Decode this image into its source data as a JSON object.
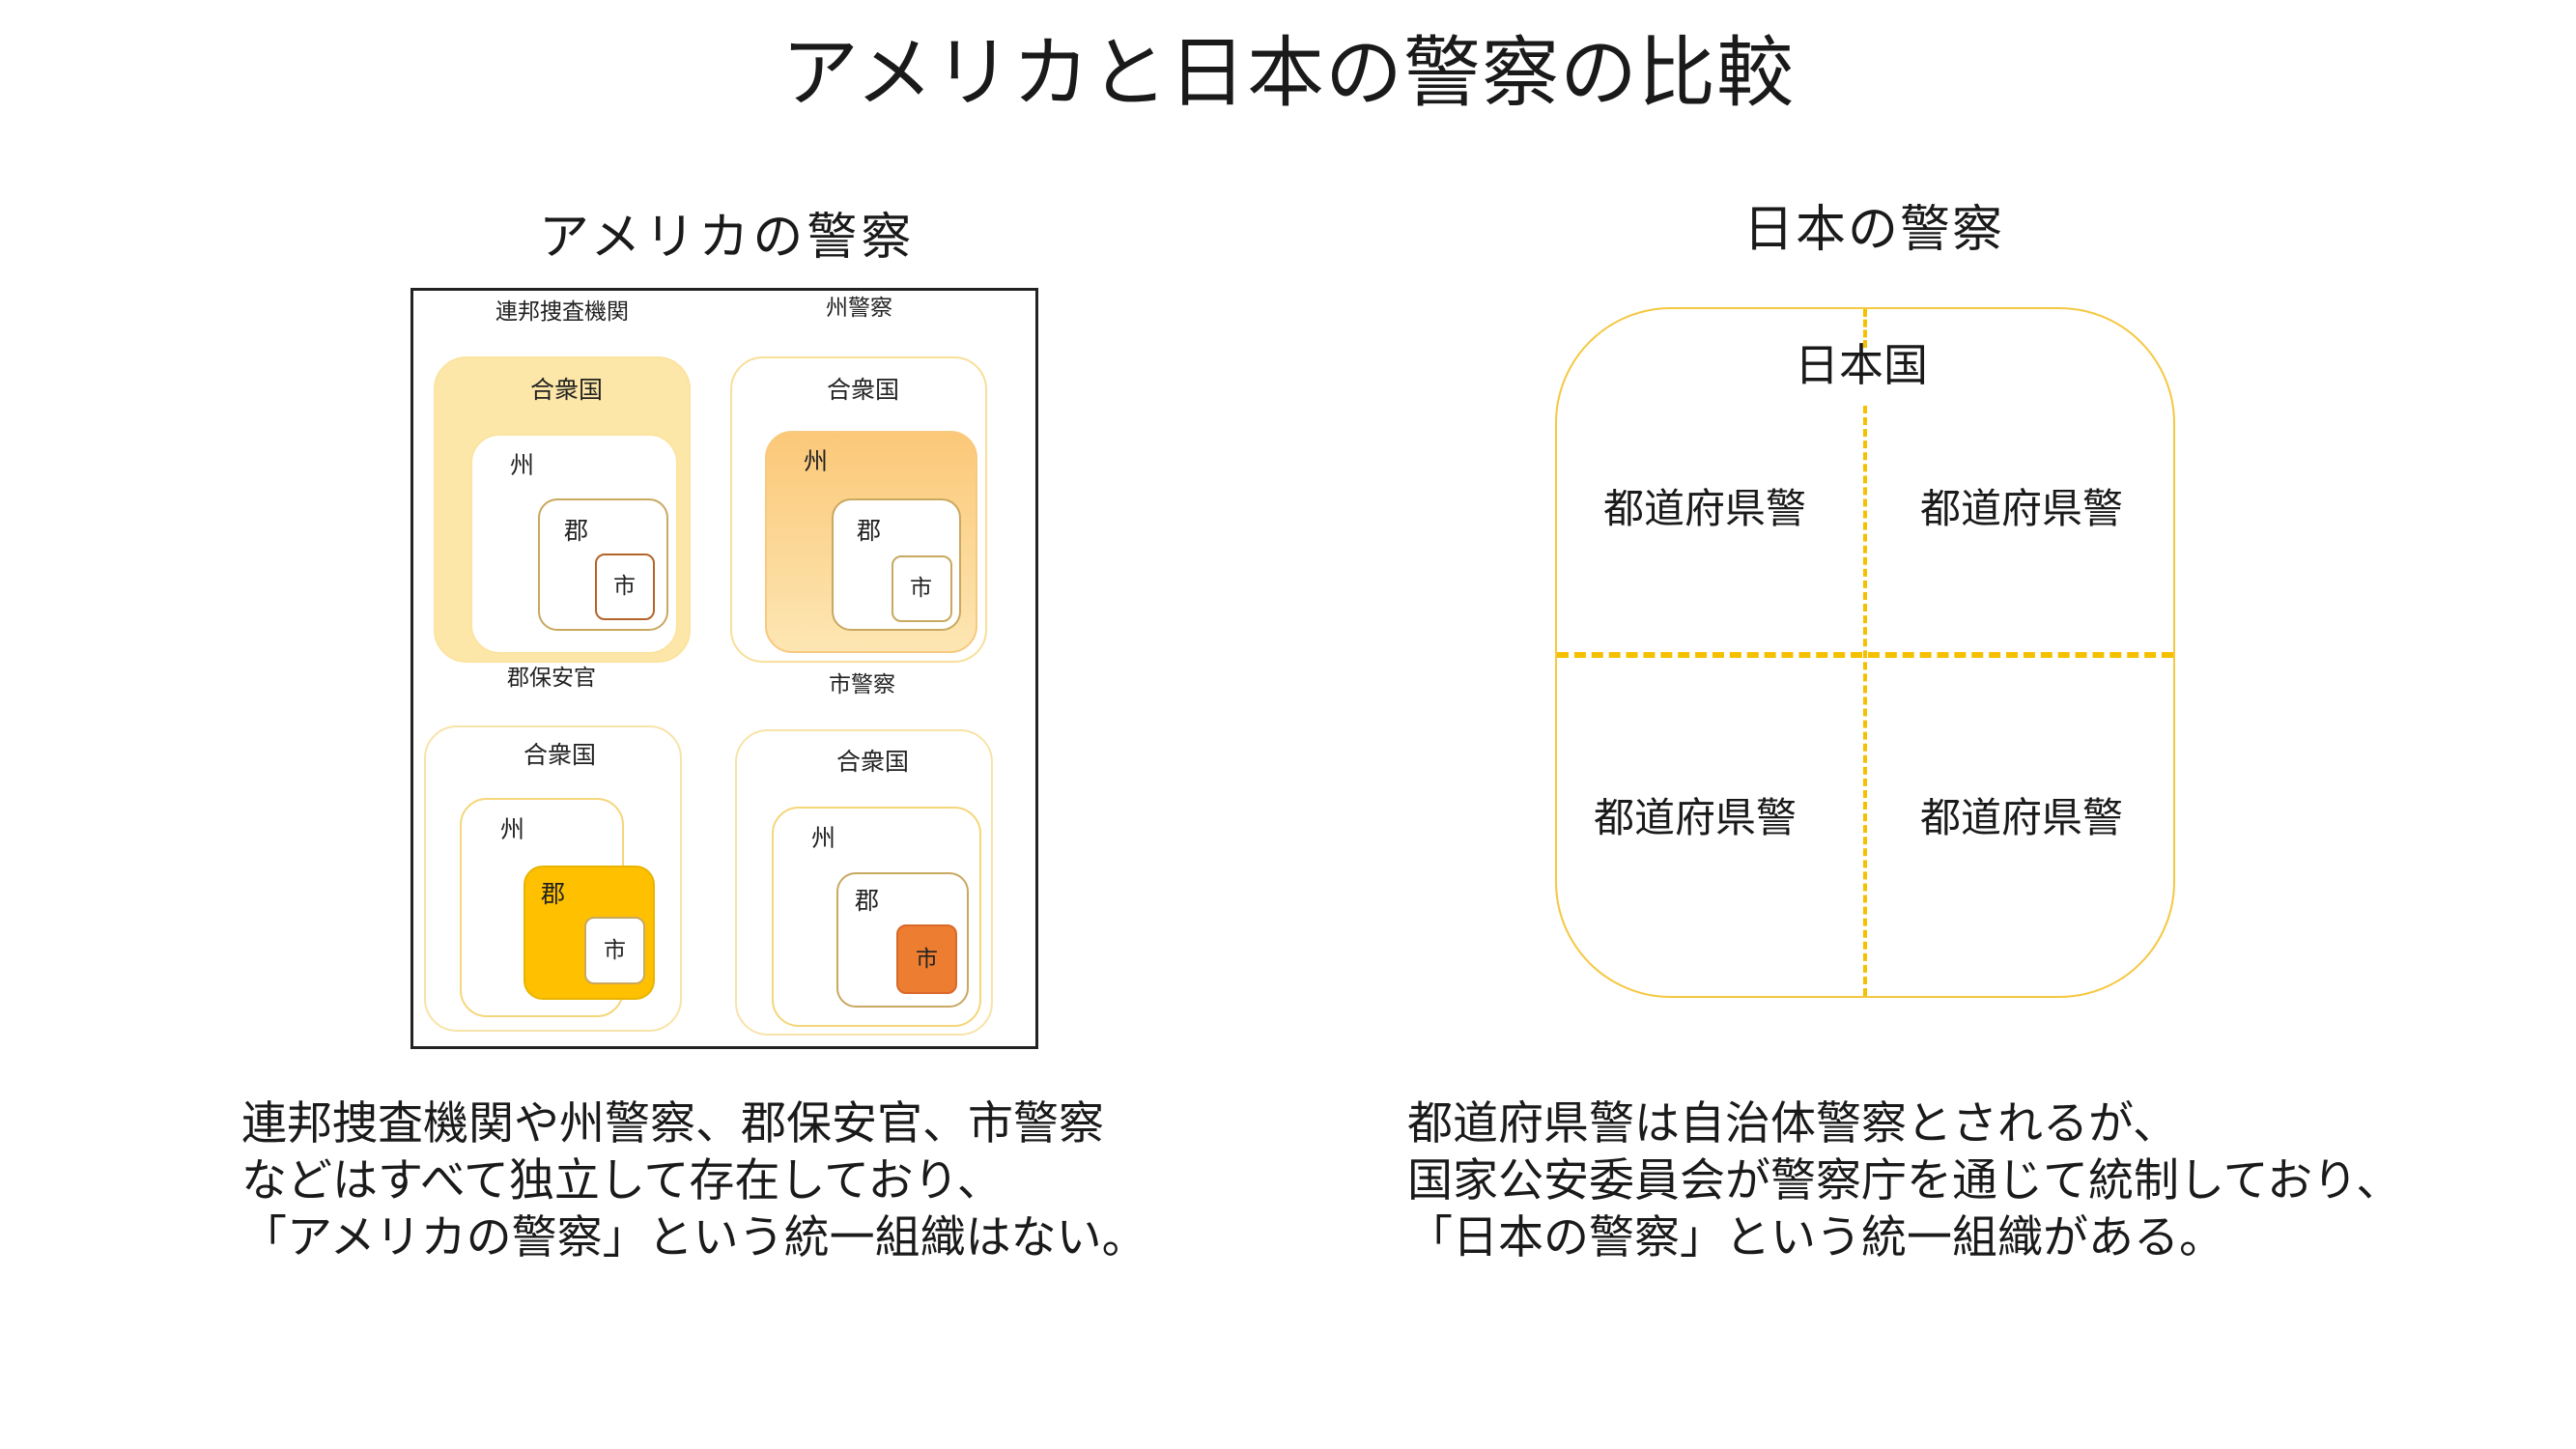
{
  "title": "アメリカと日本の警察の比較",
  "usa": {
    "subtitle": "アメリカの警察",
    "panels": [
      {
        "agency": "連邦捜査機関",
        "nation": "合衆国",
        "state": "州",
        "county": "郡",
        "city": "市"
      },
      {
        "agency": "州警察",
        "nation": "合衆国",
        "state": "州",
        "county": "郡",
        "city": "市"
      },
      {
        "agency": "郡保安官",
        "nation": "合衆国",
        "state": "州",
        "county": "郡",
        "city": "市"
      },
      {
        "agency": "市警察",
        "nation": "合衆国",
        "state": "州",
        "county": "郡",
        "city": "市"
      }
    ],
    "description": [
      "連邦捜査機関や州警察、郡保安官、市警察",
      "などはすべて独立して存在しており、",
      "「アメリカの警察」という統一組織はない。"
    ]
  },
  "japan": {
    "subtitle": "日本の警察",
    "nation": "日本国",
    "quadrants": [
      "都道府県警",
      "都道府県警",
      "都道府県警",
      "都道府県警"
    ],
    "description": [
      "都道府県警は自治体警察とされるが、",
      "国家公安委員会が警察庁を通じて統制しており、",
      "「日本の警察」という統一組織がある。"
    ]
  },
  "colors": {
    "federal_fill": "#fde7a8",
    "state_fill": "#fcd98a",
    "county_fill": "#ffc000",
    "city_fill": "#ed7d31",
    "outline": "#f5d67a",
    "japan_line": "#f5c000"
  }
}
